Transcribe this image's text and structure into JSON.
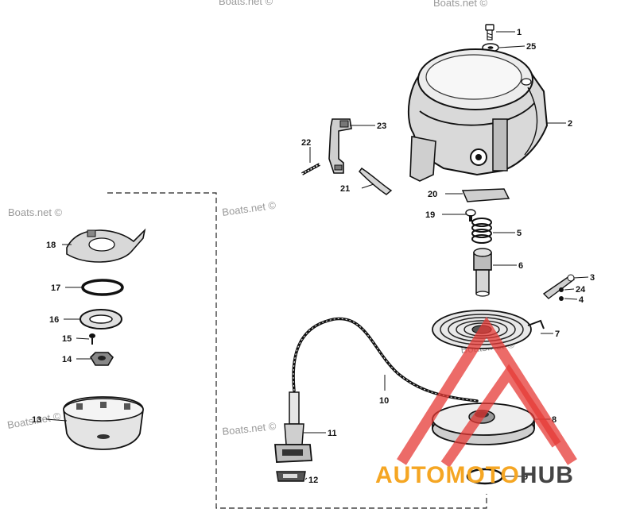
{
  "watermarks": [
    "Boats.net ©",
    "Boats.net ©",
    "Boats.net ©",
    "Boats.net ©",
    "Boats.net ©",
    "Boats.net ©",
    "Boats.net ©"
  ],
  "logo": {
    "part1": "AUTO",
    "part2": "MOTO",
    "part3": "HUB",
    "color_red": "#e53935",
    "color_orange": "#f5a623",
    "color_gray": "#444444"
  },
  "callouts": {
    "c1": "1",
    "c2": "2",
    "c3": "3",
    "c4": "4",
    "c5": "5",
    "c6": "6",
    "c7": "7",
    "c8": "8",
    "c9": "9",
    "c10": "10",
    "c11": "11",
    "c12": "12",
    "c13": "13",
    "c14": "14",
    "c15": "15",
    "c16": "16",
    "c17": "17",
    "c18": "18",
    "c19": "19",
    "c20": "20",
    "c21": "21",
    "c22": "22",
    "c23": "23",
    "c24": "24",
    "c25": "25"
  }
}
